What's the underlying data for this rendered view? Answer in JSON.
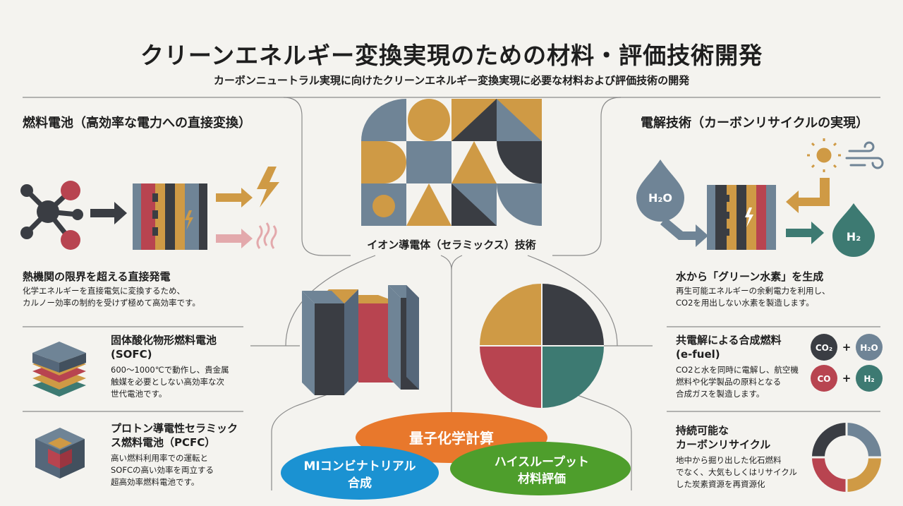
{
  "header": {
    "title": "クリーンエネルギー変換実現のための材料・評価技術開発",
    "subtitle": "カーボンニュートラル実現に向けたクリーンエネルギー変換実現に必要な材料および評価技術の開発"
  },
  "left": {
    "section_title": "燃料電池（高効率な電力への直接変換）",
    "intro": {
      "heading": "熱機関の限界を超える直接発電",
      "body": [
        "化学エネルギーを直接電気に変換するため、",
        "カルノー効率の制約を受けず極めて高効率です。"
      ]
    },
    "sofc": {
      "heading": [
        "固体酸化物形燃料電池",
        "(SOFC)"
      ],
      "body": [
        "600～1000℃で動作し、貴金属",
        "触媒を必要としない高効率な次",
        "世代電池です。"
      ]
    },
    "pcfc": {
      "heading": [
        "プロトン導電性セラミック",
        "ス燃料電池（PCFC）"
      ],
      "body": [
        "高い燃料利用率での運転と",
        "SOFCの高い効率を両立する",
        "超高効率燃料電池です。"
      ]
    }
  },
  "center": {
    "label": "イオン導電体（セラミックス）技術",
    "venn": {
      "top": "量子化学計算",
      "left": [
        "MIコンビナトリアル",
        "合成"
      ],
      "right": [
        "ハイスループット",
        "材料評価"
      ]
    }
  },
  "right": {
    "section_title": "電解技術（カーボンリサイクルの実現）",
    "intro": {
      "heading": "水から「グリーン水素」を生成",
      "body": [
        "再生可能エネルギーの余剰電力を利用し、",
        "CO2を用出しない水素を製造します。"
      ]
    },
    "efuel": {
      "heading": [
        "共電解による合成燃料",
        "(e-fuel)"
      ],
      "body": [
        "CO2と水を同時に電解し、航空機",
        "燃料や化学製品の原料となる",
        "合成ガスを製造します。"
      ],
      "badges": {
        "co2": "CO₂",
        "h2o": "H₂O",
        "co": "CO",
        "h2": "H₂",
        "plus": "+"
      }
    },
    "recycle": {
      "heading": [
        "持続可能な",
        "カーボンリサイクル"
      ],
      "body": [
        "地中から掘り出した化石燃料",
        "でなく、大気もしくはリサイクル",
        "した炭素資源を再資源化"
      ]
    },
    "drops": {
      "water": "H₂O",
      "hydrogen": "H₂"
    }
  },
  "colors": {
    "slate": "#6f8496",
    "mustard": "#cf9a45",
    "charcoal": "#3a3d43",
    "crimson": "#b84450",
    "teal": "#3d7a72",
    "venn_orange": "#e8782c",
    "venn_blue": "#1b92d2",
    "venn_green": "#4e9e2c"
  }
}
